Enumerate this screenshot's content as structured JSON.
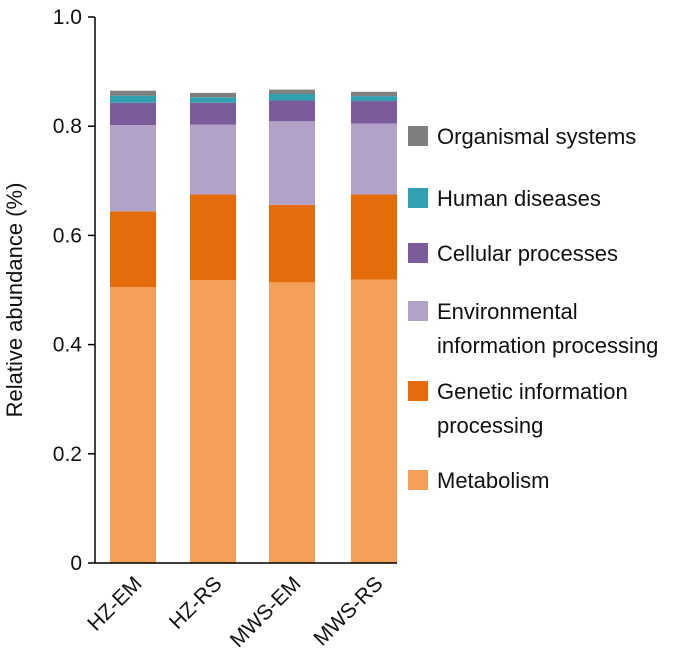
{
  "chart_data": {
    "type": "bar",
    "stacked": true,
    "categories": [
      "HZ-EM",
      "HZ-RS",
      "MWS-EM",
      "MWS-RS"
    ],
    "ylabel": "Relative abundance (%)",
    "xlabel": "",
    "ylim": [
      0,
      1.0
    ],
    "yticks": [
      "0",
      "0.2",
      "0.4",
      "0.6",
      "0.8",
      "1.0"
    ],
    "grid": false,
    "legend_position": "right",
    "series": [
      {
        "name": "Metabolism",
        "color": "#F5A05A",
        "values": [
          0.505,
          0.518,
          0.514,
          0.519
        ]
      },
      {
        "name": "Genetic information processing",
        "color": "#E46C0A",
        "values": [
          0.139,
          0.157,
          0.142,
          0.156
        ]
      },
      {
        "name": "Environmental information processing",
        "color": "#B3A2C7",
        "values": [
          0.158,
          0.128,
          0.153,
          0.13
        ]
      },
      {
        "name": "Cellular processes",
        "color": "#7A5C9A",
        "values": [
          0.041,
          0.04,
          0.038,
          0.041
        ]
      },
      {
        "name": "Human diseases",
        "color": "#31A0B0",
        "values": [
          0.013,
          0.01,
          0.012,
          0.009
        ]
      },
      {
        "name": "Organismal systems",
        "color": "#7F7F7F",
        "values": [
          0.009,
          0.008,
          0.008,
          0.008
        ]
      }
    ],
    "legend": [
      {
        "lines": [
          "Organismal systems"
        ],
        "color": "#7F7F7F"
      },
      {
        "lines": [
          "Human diseases"
        ],
        "color": "#31A0B0"
      },
      {
        "lines": [
          "Cellular processes"
        ],
        "color": "#7A5C9A"
      },
      {
        "lines": [
          "Environmental",
          "information processing"
        ],
        "color": "#B3A2C7"
      },
      {
        "lines": [
          "Genetic information",
          "processing"
        ],
        "color": "#E46C0A"
      },
      {
        "lines": [
          "Metabolism"
        ],
        "color": "#F5A05A"
      }
    ]
  }
}
